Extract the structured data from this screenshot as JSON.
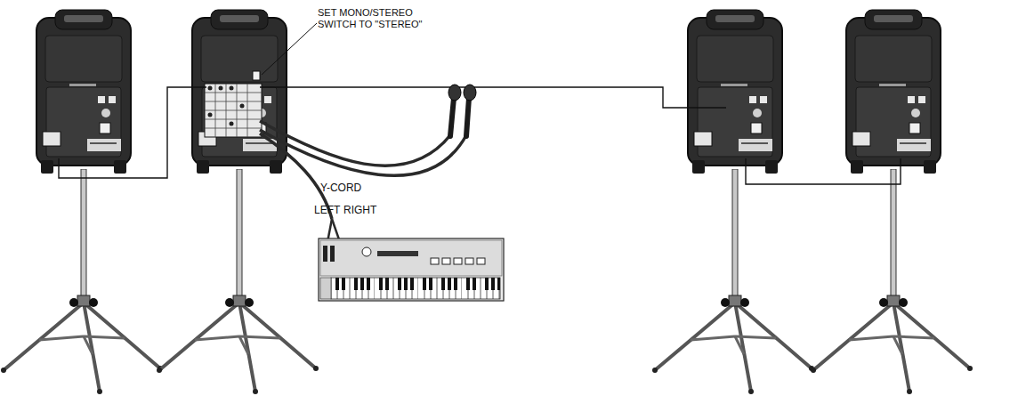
{
  "diagram": {
    "labels": [
      "SET MONO/STEREO SWITCH TO \"STEREO\"",
      "Y-CORD",
      "LEFT",
      "RIGHT"
    ]
  }
}
